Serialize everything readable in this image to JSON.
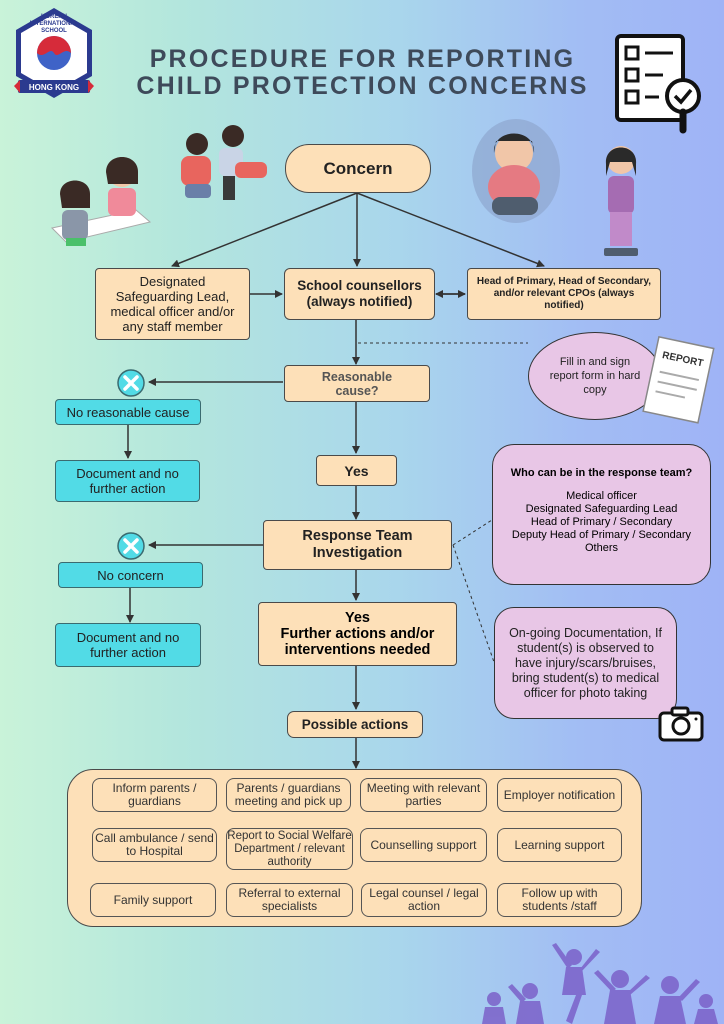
{
  "title_line1": "PROCEDURE FOR REPORTING",
  "title_line2": "CHILD PROTECTION CONCERNS",
  "logo": {
    "top_text": "KOREAN INTERNATIONAL SCHOOL",
    "banner": "HONG KONG"
  },
  "concern": "Concern",
  "designated": "Designated Safeguarding Lead, medical officer and/or any staff member",
  "counsellors": "School counsellors (always notified)",
  "heads": "Head of Primary, Head of Secondary, and/or relevant CPOs (always notified)",
  "report_form": {
    "text": "Fill in and sign report form in hard copy",
    "paper_label": "REPORT"
  },
  "reasonable": "Reasonable cause?",
  "no_reasonable": "No reasonable cause",
  "doc_no_action_1": "Document and no further action",
  "yes": "Yes",
  "response_team": "Response Team Investigation",
  "team_info": {
    "heading": "Who can be in the response team?",
    "members": [
      "Medical officer",
      "Designated Safeguarding Lead",
      "Head of Primary / Secondary",
      "Deputy Head of Primary / Secondary",
      "Others"
    ]
  },
  "no_concern": "No concern",
  "doc_no_action_2": "Document and no further action",
  "further_yes": "Yes",
  "further_actions": "Further actions and/or interventions needed",
  "ongoing_doc": "On-going Documentation, If student(s) is observed to have injury/scars/bruises, bring student(s) to medical officer for photo taking",
  "possible_actions": "Possible actions",
  "actions": [
    "Inform parents / guardians",
    "Parents / guardians meeting and pick up",
    "Meeting with relevant parties",
    "Employer notification",
    "Call ambulance / send to Hospital",
    "Report to Social Welfare Department / relevant authority",
    "Counselling support",
    "Learning support",
    "Family support",
    "Referral to external specialists",
    "Legal counsel / legal action",
    "Follow up with students /staff"
  ],
  "colors": {
    "peach": "#fde0b8",
    "cyan": "#52dbe6",
    "pink": "#e8c6e6",
    "title": "#3e4a5a",
    "logo_blue": "#2b3a8f"
  },
  "icons": [
    "checklist-icon",
    "magnifier-check-icon",
    "camera-icon",
    "cross-circle-icon",
    "report-paper-icon"
  ]
}
